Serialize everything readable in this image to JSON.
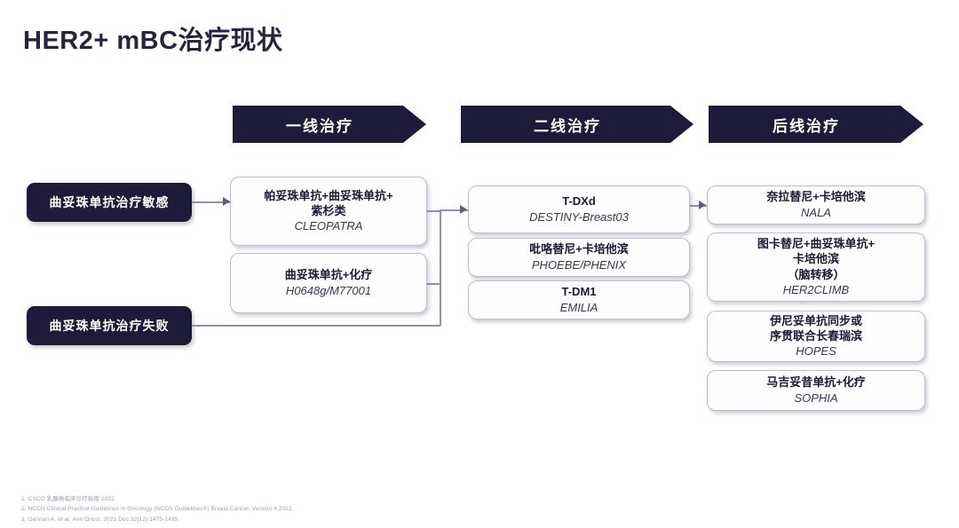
{
  "page": {
    "title": "HER2+ mBC治疗现状"
  },
  "banners": [
    {
      "label": "一线治疗"
    },
    {
      "label": "二线治疗"
    },
    {
      "label": "后线治疗"
    }
  ],
  "status_pills": [
    {
      "label": "曲妥珠单抗治疗敏感"
    },
    {
      "label": "曲妥珠单抗治疗失败"
    }
  ],
  "columns": {
    "first_line": [
      {
        "regimen": "帕妥珠单抗+曲妥珠单抗+\n紫杉类",
        "trial": "CLEOPATRA"
      },
      {
        "regimen": "曲妥珠单抗+化疗",
        "trial": "H0648g/M77001"
      }
    ],
    "second_line": [
      {
        "regimen": "T-DXd",
        "trial": "DESTINY-Breast03"
      },
      {
        "regimen": "吡咯替尼+卡培他滨",
        "trial": "PHOEBE/PHENIX"
      },
      {
        "regimen": "T-DM1",
        "trial": "EMILIA"
      }
    ],
    "later_line": [
      {
        "regimen": "奈拉替尼+卡培他滨",
        "trial": "NALA"
      },
      {
        "regimen": "图卡替尼+曲妥珠单抗+\n卡培他滨\n（脑转移）",
        "trial": "HER2CLIMB"
      },
      {
        "regimen": "伊尼妥单抗同步或\n序贯联合长春瑞滨",
        "trial": "HOPES"
      },
      {
        "regimen": "马吉妥昔单抗+化疗",
        "trial": "SOPHIA"
      }
    ]
  },
  "footnotes": [
    "1. CSCO 乳腺癌临床诊疗指南 2022",
    "2. NCCN Clinical Practice Guidelines in Oncology (NCCN Guidelines®) Breast Cancer, Version 4.2022.",
    "3. Gennari A, et al. Ann Oncol. 2021 Dec;32(12):1475-1495."
  ],
  "colors": {
    "navy": "#1e1b3a",
    "box_border": "#b9bed0",
    "connector": "#8d93aa"
  }
}
